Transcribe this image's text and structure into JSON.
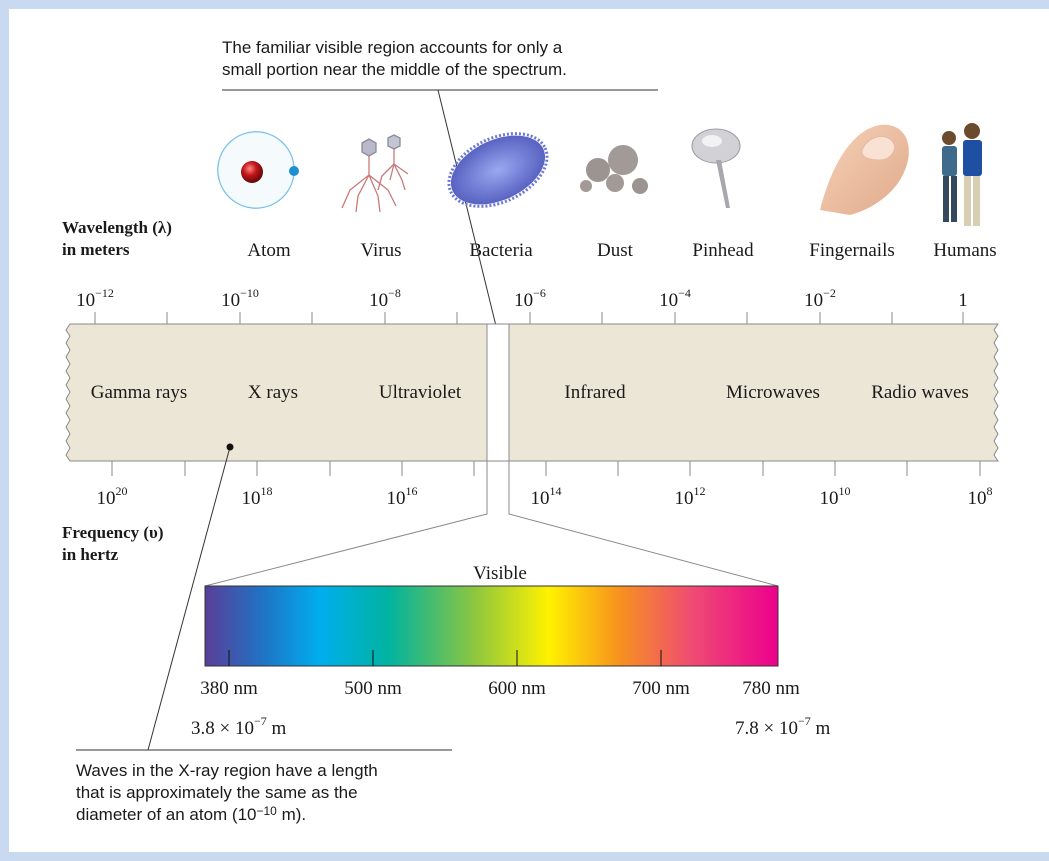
{
  "annotations": {
    "top_line1": "The familiar visible region accounts for only a",
    "top_line2": "small portion near the middle of the spectrum.",
    "bottom_line1": "Waves in the X-ray region have a length",
    "bottom_line2": "that is approximately the same as the",
    "bottom_line3_pre": "diameter of an atom (10",
    "bottom_line3_exp": "−10",
    "bottom_line3_post": " m)."
  },
  "wavelength_axis": {
    "title_line1": "Wavelength (λ)",
    "title_line2": "in meters",
    "ticks": [
      {
        "base": "10",
        "exp": "−12"
      },
      {
        "base": "10",
        "exp": "−10"
      },
      {
        "base": "10",
        "exp": "−8"
      },
      {
        "base": "10",
        "exp": "−6"
      },
      {
        "base": "10",
        "exp": "−4"
      },
      {
        "base": "10",
        "exp": "−2"
      },
      {
        "base": "1",
        "exp": ""
      }
    ]
  },
  "frequency_axis": {
    "title_line1": "Frequency (υ)",
    "title_line2": "in hertz",
    "ticks": [
      {
        "base": "10",
        "exp": "20"
      },
      {
        "base": "10",
        "exp": "18"
      },
      {
        "base": "10",
        "exp": "16"
      },
      {
        "base": "10",
        "exp": "14"
      },
      {
        "base": "10",
        "exp": "12"
      },
      {
        "base": "10",
        "exp": "10"
      },
      {
        "base": "10",
        "exp": "8"
      }
    ]
  },
  "scale_objects": [
    "Atom",
    "Virus",
    "Bacteria",
    "Dust",
    "Pinhead",
    "Fingernails",
    "Humans"
  ],
  "regions": [
    "Gamma rays",
    "X rays",
    "Ultraviolet",
    "Infrared",
    "Microwaves",
    "Radio waves"
  ],
  "visible": {
    "title": "Visible",
    "nm_labels": [
      "380 nm",
      "500 nm",
      "600 nm",
      "700 nm",
      "780 nm"
    ],
    "left_m": {
      "pre": "3.8 × 10",
      "exp": "−7",
      "post": " m"
    },
    "right_m": {
      "pre": "7.8 × 10",
      "exp": "−7",
      "post": " m"
    },
    "gradient_colors": [
      "#5a3e98",
      "#1f73c4",
      "#00aeef",
      "#00b3a0",
      "#8cc63f",
      "#fff200",
      "#f7941d",
      "#ef4b73",
      "#ec008c"
    ]
  },
  "colors": {
    "spectrum_band": "#ebe6d6",
    "border": "#c9daf0",
    "lines": "#8a8a8a"
  },
  "icons": [
    "atom-icon",
    "virus-icon",
    "bacteria-icon",
    "dust-icon",
    "pinhead-icon",
    "fingernail-icon",
    "humans-icon"
  ]
}
